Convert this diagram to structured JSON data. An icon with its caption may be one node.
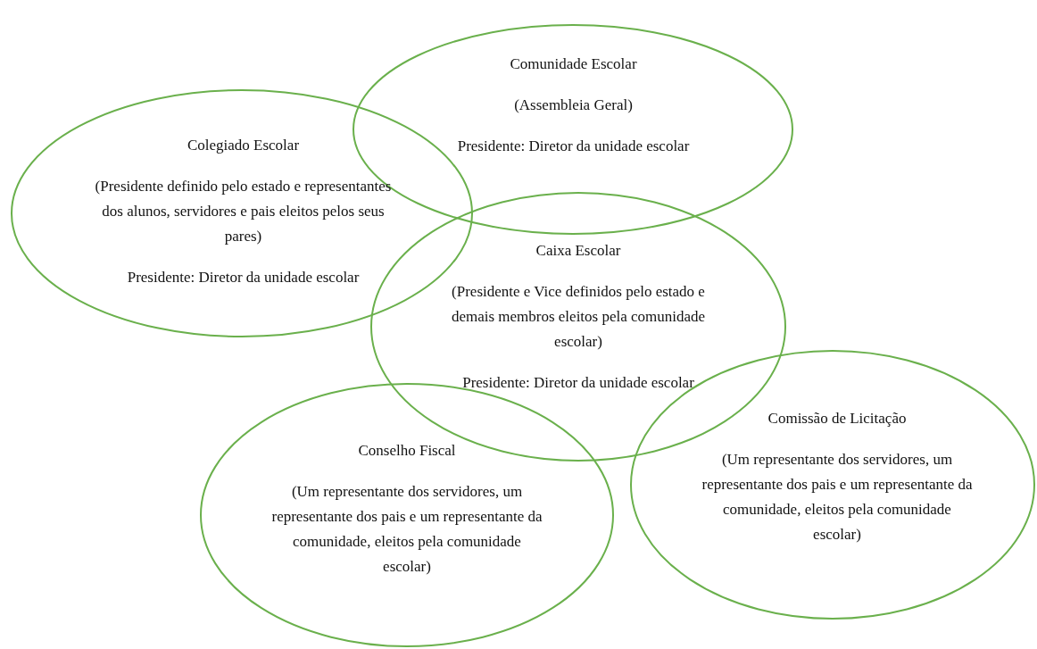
{
  "diagram": {
    "nodes": [
      {
        "text": [
          "Comunidade Escolar",
          "(Assembleia Geral)",
          "Presidente: Diretor da unidade escolar"
        ]
      },
      {
        "text": [
          "Colegiado Escolar",
          "(Presidente definido pelo estado e representantes dos alunos, servidores e pais eleitos pelos seus pares)",
          "Presidente: Diretor da unidade escolar"
        ]
      },
      {
        "text": [
          "Caixa Escolar",
          "(Presidente e Vice definidos pelo estado e demais membros eleitos pela comunidade escolar)",
          "Presidente: Diretor da unidade escolar"
        ]
      },
      {
        "text": [
          "Conselho Fiscal",
          "(Um representante dos servidores, um representante dos pais e um representante da comunidade, eleitos pela comunidade escolar)"
        ]
      },
      {
        "text": [
          "Comissão de Licitação",
          "(Um representante dos servidores, um representante dos pais e um representante da comunidade, eleitos pela comunidade escolar)"
        ]
      }
    ]
  }
}
